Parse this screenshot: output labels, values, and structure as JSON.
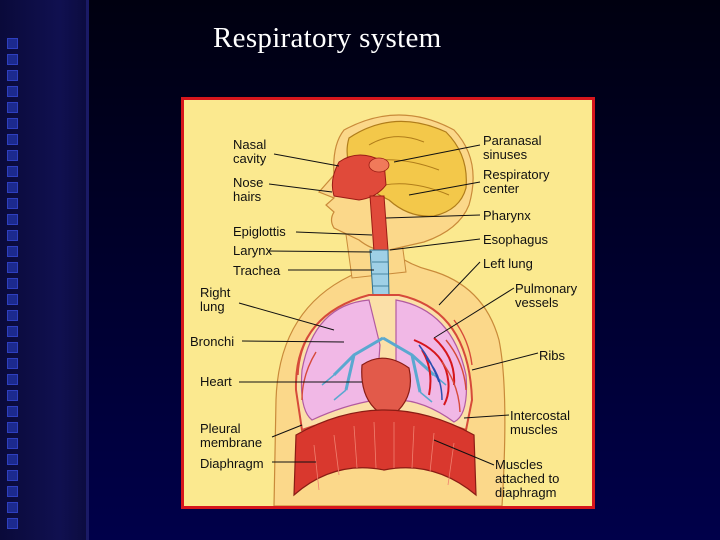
{
  "slide": {
    "title": "Respiratory system"
  },
  "diagram": {
    "labels_left": {
      "nasal_cavity_1": "Nasal",
      "nasal_cavity_2": "cavity",
      "nose_hairs_1": "Nose",
      "nose_hairs_2": "hairs",
      "epiglottis": "Epiglottis",
      "larynx": "Larynx",
      "trachea": "Trachea",
      "right_lung_1": "Right",
      "right_lung_2": "lung",
      "bronchi": "Bronchi",
      "heart": "Heart",
      "pleural_1": "Pleural",
      "pleural_2": "membrane",
      "diaphragm": "Diaphragm"
    },
    "labels_right": {
      "paranasal_1": "Paranasal",
      "paranasal_2": "sinuses",
      "respiratory_center_1": "Respiratory",
      "respiratory_center_2": "center",
      "pharynx": "Pharynx",
      "esophagus": "Esophagus",
      "left_lung": "Left lung",
      "pulmonary_1": "Pulmonary",
      "pulmonary_2": "vessels",
      "ribs": "Ribs",
      "intercostal_1": "Intercostal",
      "intercostal_2": "muscles",
      "muscles_diaphragm_1": "Muscles",
      "muscles_diaphragm_2": "attached to",
      "muscles_diaphragm_3": "diaphragm"
    },
    "colors": {
      "background": "#fbe98f",
      "border": "#d6161c",
      "skin": "#fbd88a",
      "brain": "#f3c84a",
      "airway": "#9fd0e6",
      "lung": "#f1b8e6",
      "muscle": "#d9382e"
    }
  }
}
